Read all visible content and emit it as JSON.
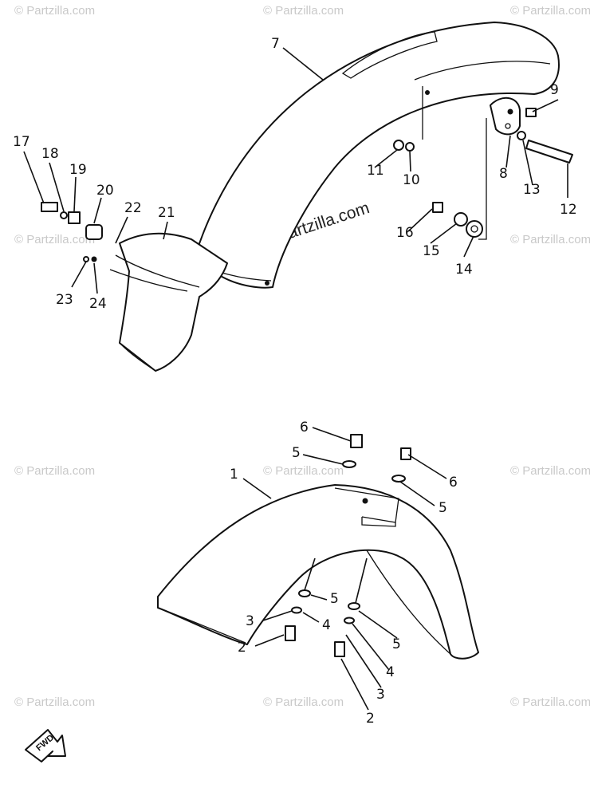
{
  "watermark": {
    "small_text": "© Partzilla.com",
    "center_text": "© Partzilla.com"
  },
  "fwd_label": "FWD",
  "callouts": [
    "1",
    "2",
    "2",
    "3",
    "3",
    "4",
    "4",
    "5",
    "5",
    "5",
    "5",
    "6",
    "6",
    "7",
    "8",
    "9",
    "10",
    "11",
    "12",
    "13",
    "14",
    "15",
    "16",
    "17",
    "18",
    "19",
    "20",
    "21",
    "22",
    "23",
    "24"
  ]
}
